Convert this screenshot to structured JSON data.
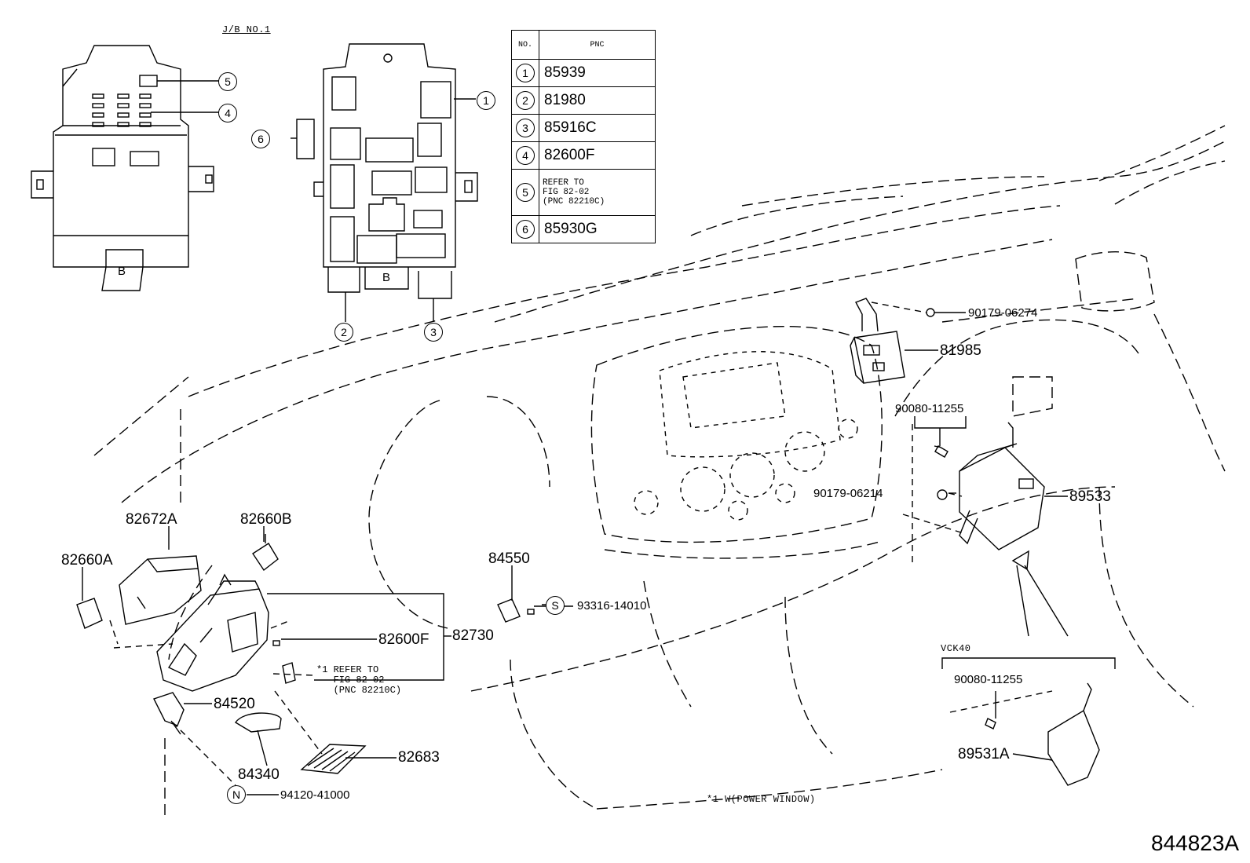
{
  "jb_title": "J/B NO.1",
  "table": {
    "headers": {
      "no": "NO.",
      "pnc": "PNC"
    },
    "rows": [
      {
        "no": "1",
        "pnc": "85939"
      },
      {
        "no": "2",
        "pnc": "81980"
      },
      {
        "no": "3",
        "pnc": "85916C"
      },
      {
        "no": "4",
        "pnc": "82600F"
      },
      {
        "no": "5",
        "pnc": "REFER TO\nFIG 82-02\n(PNC 82210C)"
      },
      {
        "no": "6",
        "pnc": "85930G"
      }
    ]
  },
  "callouts": {
    "c1": "1",
    "c2": "2",
    "c3": "3",
    "c4": "4",
    "c5": "5",
    "c6": "6",
    "box_b_left": "B",
    "box_b_right": "B"
  },
  "parts": {
    "p90179_06274": "90179-06274",
    "p81985": "81985",
    "p90080_11255_top": "90080-11255",
    "p90179_06214": "90179-06214",
    "p89533": "89533",
    "p82660B": "82660B",
    "p82672A": "82672A",
    "p82660A": "82660A",
    "p84550": "84550",
    "p93316_14010": "93316-14010",
    "p82600F": "82600F",
    "p82730": "82730",
    "p84520": "84520",
    "p84340": "84340",
    "p82683": "82683",
    "p94120_41000": "94120-41000",
    "p90080_11255_bot": "90080-11255",
    "p89531A": "89531A"
  },
  "markers": {
    "s": "S",
    "n": "N"
  },
  "refer_note": "*1 REFER TO\n   FIG 82-02\n   (PNC 82210C)",
  "vck40": "VCK40",
  "footnote": "*1 W(POWER WINDOW)",
  "diagram_id": "844823A"
}
